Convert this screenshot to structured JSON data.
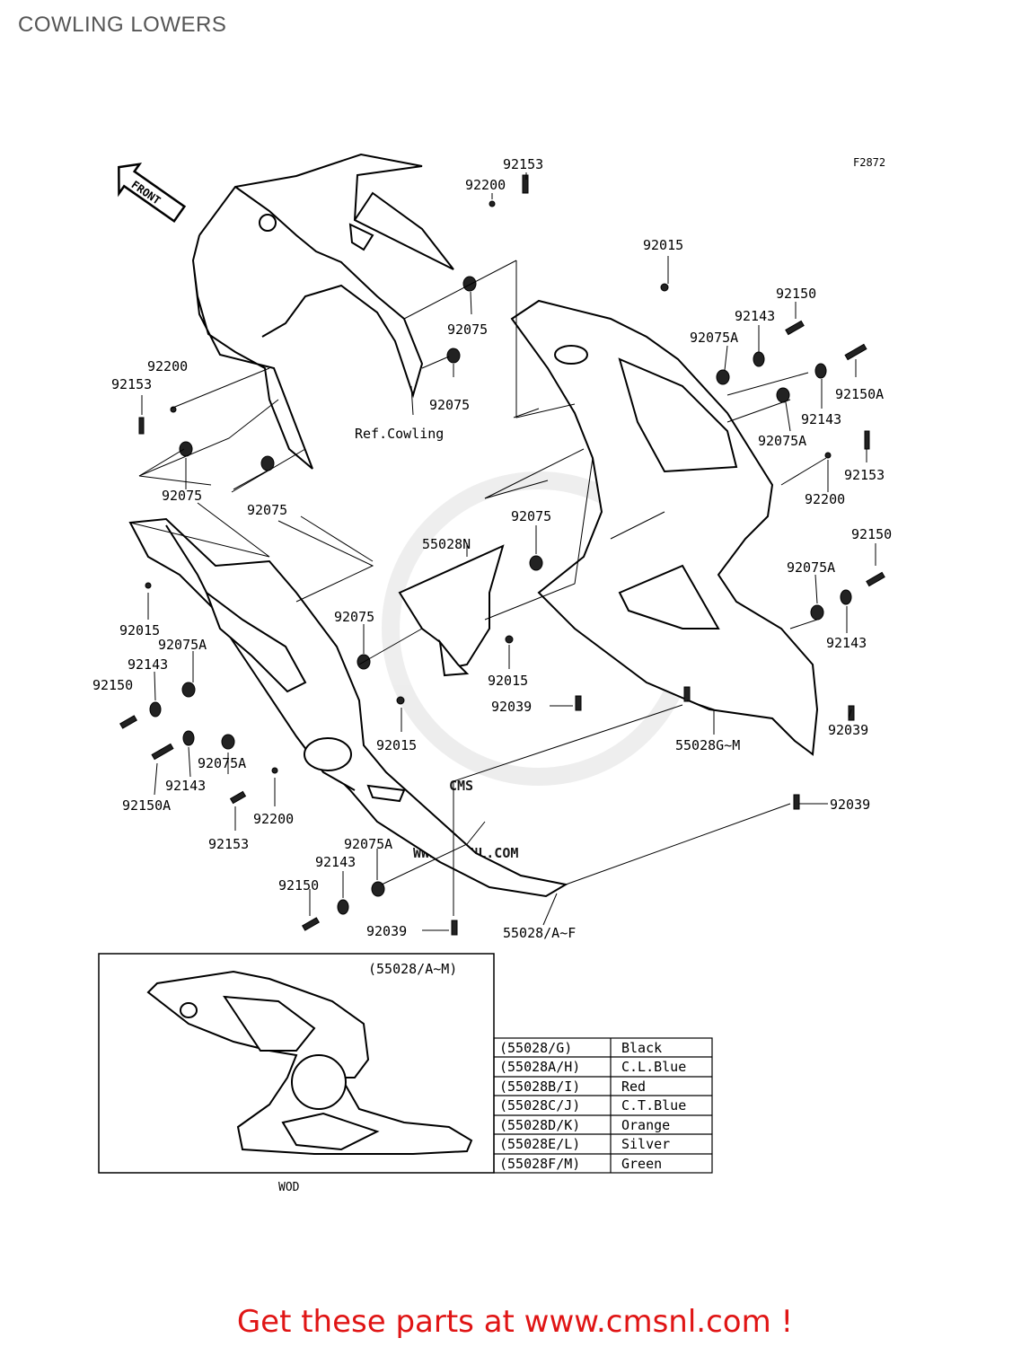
{
  "page": {
    "title": "COWLING LOWERS",
    "footer_link": "Get these parts at www.cmsnl.com !"
  },
  "diagram": {
    "figure_code": "F2872",
    "front_arrow": "FRONT",
    "ref_cowling": "Ref.Cowling",
    "watermark_main": "CMS",
    "watermark_url": "WWW.CMSNL.COM",
    "part_labels": [
      {
        "id": "p1",
        "text": "92153"
      },
      {
        "id": "p2",
        "text": "92200"
      },
      {
        "id": "p3",
        "text": "92015"
      },
      {
        "id": "p4",
        "text": "92150"
      },
      {
        "id": "p5",
        "text": "92143"
      },
      {
        "id": "p6",
        "text": "92075A"
      },
      {
        "id": "p7",
        "text": "92075"
      },
      {
        "id": "p8",
        "text": "92075"
      },
      {
        "id": "p9",
        "text": "92150A"
      },
      {
        "id": "p10",
        "text": "92143"
      },
      {
        "id": "p11",
        "text": "92075A"
      },
      {
        "id": "p12",
        "text": "92153"
      },
      {
        "id": "p13",
        "text": "92200"
      },
      {
        "id": "p14",
        "text": "92200"
      },
      {
        "id": "p15",
        "text": "92153"
      },
      {
        "id": "p16",
        "text": "92075"
      },
      {
        "id": "p17",
        "text": "92075"
      },
      {
        "id": "p18",
        "text": "92075"
      },
      {
        "id": "p19",
        "text": "55028N"
      },
      {
        "id": "p20",
        "text": "92150"
      },
      {
        "id": "p21",
        "text": "92075A"
      },
      {
        "id": "p22",
        "text": "92143"
      },
      {
        "id": "p23",
        "text": "92015"
      },
      {
        "id": "p24",
        "text": "92075A"
      },
      {
        "id": "p25",
        "text": "92143"
      },
      {
        "id": "p26",
        "text": "92150"
      },
      {
        "id": "p27",
        "text": "92075"
      },
      {
        "id": "p28",
        "text": "92015"
      },
      {
        "id": "p29",
        "text": "92039"
      },
      {
        "id": "p30",
        "text": "92015"
      },
      {
        "id": "p31",
        "text": "55028G~M"
      },
      {
        "id": "p32",
        "text": "92039"
      },
      {
        "id": "p33",
        "text": "92075A"
      },
      {
        "id": "p34",
        "text": "92143"
      },
      {
        "id": "p35",
        "text": "92150A"
      },
      {
        "id": "p36",
        "text": "92153"
      },
      {
        "id": "p37",
        "text": "92200"
      },
      {
        "id": "p38",
        "text": "92039"
      },
      {
        "id": "p39",
        "text": "92075A"
      },
      {
        "id": "p40",
        "text": "92143"
      },
      {
        "id": "p41",
        "text": "92150"
      },
      {
        "id": "p42",
        "text": "92039"
      },
      {
        "id": "p43",
        "text": "55028/A~F"
      }
    ],
    "inset": {
      "title": "(55028/A~M)",
      "caption": "WOD"
    },
    "color_table": [
      {
        "code": "(55028/G)",
        "color": "Black"
      },
      {
        "code": "(55028A/H)",
        "color": "C.L.Blue"
      },
      {
        "code": "(55028B/I)",
        "color": "Red"
      },
      {
        "code": "(55028C/J)",
        "color": "C.T.Blue"
      },
      {
        "code": "(55028D/K)",
        "color": "Orange"
      },
      {
        "code": "(55028E/L)",
        "color": "Silver"
      },
      {
        "code": "(55028F/M)",
        "color": "Green"
      }
    ]
  }
}
